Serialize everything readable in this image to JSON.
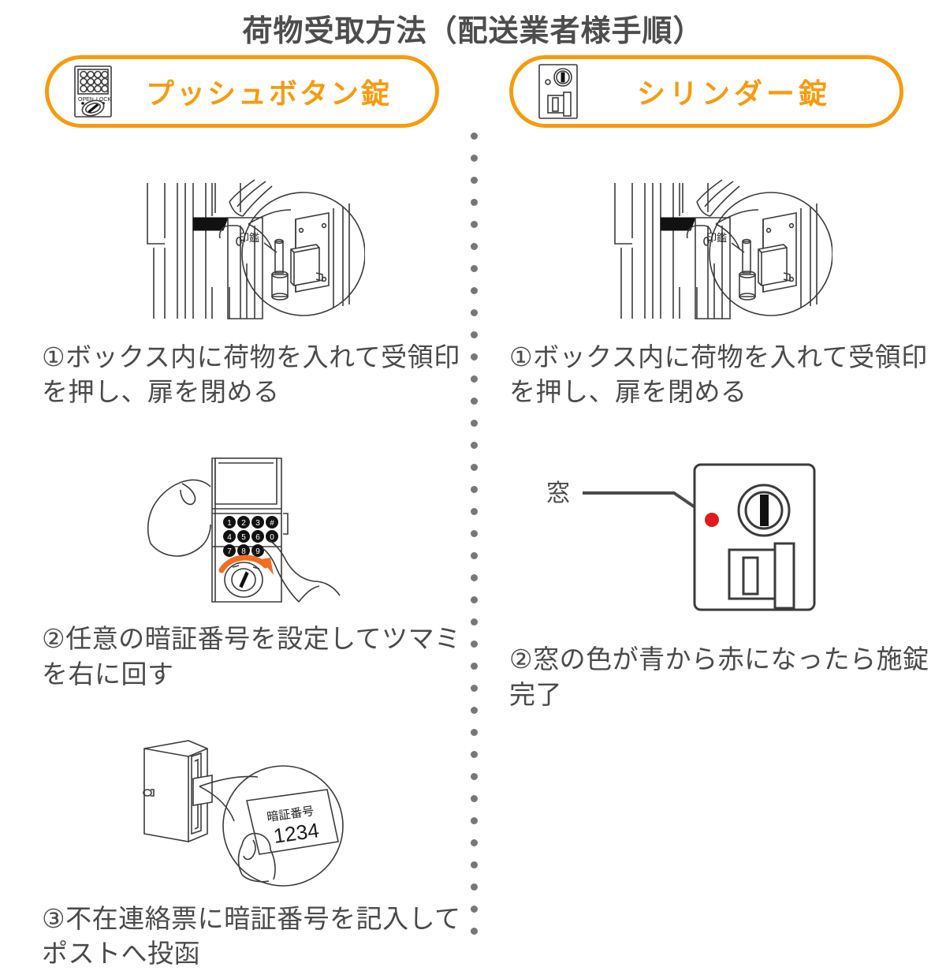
{
  "page": {
    "title": "荷物受取方法（配送業者様手順）",
    "accent_color": "#f79b0d",
    "text_color": "#4a4a4a",
    "divider_color": "#76777a",
    "indicator_red": "#e01b1b"
  },
  "columns": [
    {
      "key": "push_button",
      "pill": {
        "label": "プッシュボタン錠",
        "icon": "push-button-lock-icon",
        "icon_labels": {
          "open": "OPEN",
          "lock": "LOCK"
        }
      },
      "steps": [
        {
          "number": "①",
          "caption": "①ボックス内に荷物を入れて受領印を押し、扉を閉める",
          "figure": "delivery-box-stamp-illustration",
          "figure_labels": [
            "印鑑"
          ]
        },
        {
          "number": "②",
          "caption": "②任意の暗証番号を設定してツマミを右に回す",
          "figure": "keypad-hands-illustration",
          "keypad_keys": [
            "1",
            "2",
            "3",
            "#",
            "4",
            "5",
            "6",
            "0",
            "7",
            "8",
            "9"
          ],
          "arrow_color": "#f26c21"
        },
        {
          "number": "③",
          "caption": "③不在連絡票に暗証番号を記入してポストへ投函",
          "figure": "mailbox-note-illustration",
          "figure_labels": [
            "暗証番号",
            "1234"
          ]
        }
      ]
    },
    {
      "key": "cylinder",
      "pill": {
        "label": "シリンダー錠",
        "icon": "cylinder-lock-icon"
      },
      "steps": [
        {
          "number": "①",
          "caption": "①ボックス内に荷物を入れて受領印を押し、扉を閉める",
          "figure": "delivery-box-stamp-illustration",
          "figure_labels": [
            "印鑑"
          ]
        },
        {
          "number": "②",
          "caption": "②窓の色が青から赤になったら施錠完了",
          "figure": "cylinder-lock-panel-illustration",
          "figure_labels": [
            "窓"
          ]
        }
      ]
    }
  ]
}
